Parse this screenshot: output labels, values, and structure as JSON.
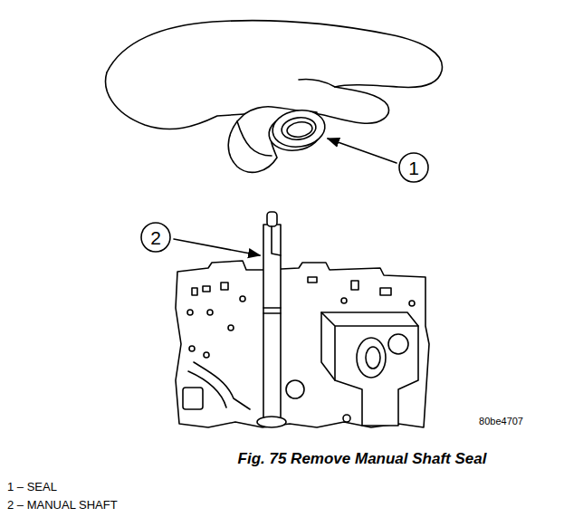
{
  "diagram": {
    "caption": "Fig. 75 Remove Manual Shaft Seal",
    "nodes": [
      {
        "text": [
          "1"
        ]
      },
      {
        "text": [
          "2"
        ]
      }
    ],
    "labels": [
      "80be4707",
      "1 – SEAL",
      "2 – MANUAL SHAFT"
    ]
  }
}
